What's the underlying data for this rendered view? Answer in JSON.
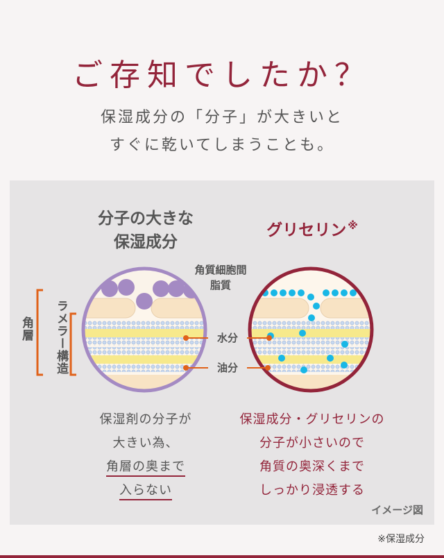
{
  "title": "ご存知でしたか？",
  "subtitle_line1": "保湿成分の「分子」が大きいと",
  "subtitle_line2": "すぐに乾いてしまうことも。",
  "left_heading_line1": "分子の大きな",
  "left_heading_line2": "保湿成分",
  "right_heading": "グリセリン",
  "right_heading_mark": "※",
  "label_intercellular_1": "角質細胞間",
  "label_intercellular_2": "脂質",
  "label_water": "水分",
  "label_oil": "油分",
  "label_stratum": "角層",
  "label_lamellar": "ラメラー構造",
  "left_caption": [
    "保湿剤の分子が",
    "大きい為、",
    "角層の奥まで",
    "入らない"
  ],
  "right_caption": [
    "保湿成分・グリセリンの",
    "分子が小さいので",
    "角質の奥深くまで",
    "しっかり浸透する"
  ],
  "image_note": "イメージ図",
  "footnote": "※保湿成分",
  "colors": {
    "accent": "#93243a",
    "purple_molecule": "#a48ac3",
    "blue_molecule": "#18b7e6",
    "orange_marker": "#e0621a",
    "lipid_yellow": "#f7e98c",
    "cell_beige": "#f8e3c4"
  }
}
